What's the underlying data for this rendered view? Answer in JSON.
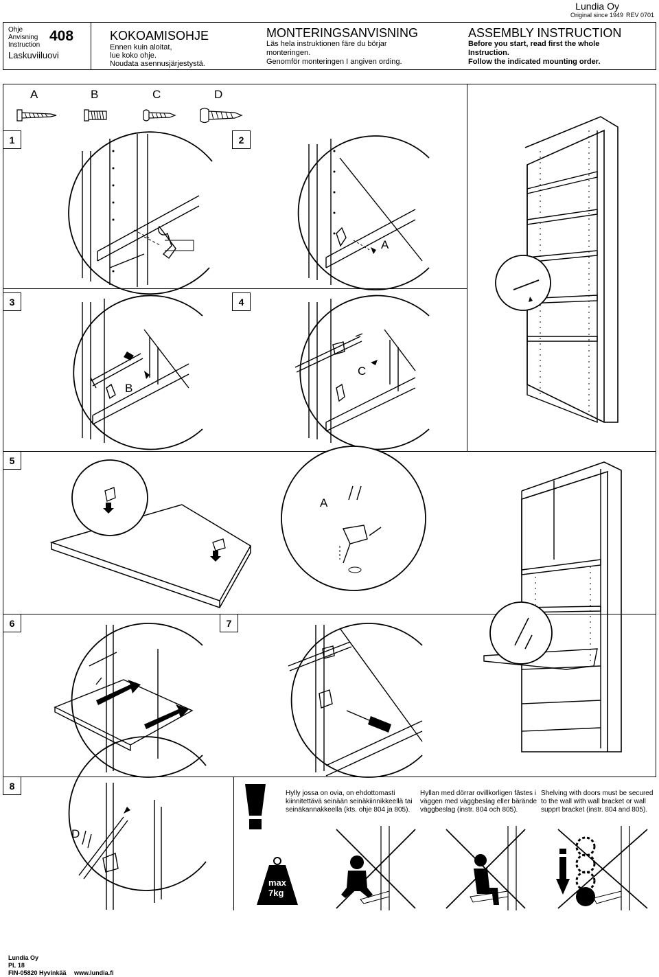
{
  "company": {
    "name": "Lundia Oy",
    "since": "Original since 1949",
    "rev": "REV 0701"
  },
  "header": {
    "doc_labels": [
      "Ohje",
      "Anvisning",
      "Instruction"
    ],
    "number": "408",
    "product": "Laskuviiluovi",
    "fi": {
      "title": "KOKOAMISOHJE",
      "lines": [
        "Ennen kuin aloitat,",
        "lue koko ohje.",
        "Noudata asennusjärjestystä."
      ]
    },
    "sv": {
      "title": "MONTERINGSANVISNING",
      "lines": [
        "Läs hela instruktionen färe du börjar",
        "monteringen.",
        "Genomför monteringen I angiven ording."
      ]
    },
    "en": {
      "title": "ASSEMBLY INSTRUCTION",
      "lines": [
        "Before you start, read first the whole",
        "Instruction.",
        "Follow the indicated mounting order."
      ]
    }
  },
  "screws": [
    "A",
    "B",
    "C",
    "D"
  ],
  "steps": [
    "1",
    "2",
    "3",
    "4",
    "5",
    "6",
    "7",
    "8"
  ],
  "callouts": {
    "step2": "A",
    "step3": "B",
    "step4": "C",
    "step5": "A",
    "step8": "D"
  },
  "weight_label": {
    "line1": "max",
    "line2": "7kg"
  },
  "notes": {
    "fi": "Hylly jossa on ovia, on ehdottomasti kiinnitettävä seinään seinäkiinnikkeellä tai seinäkannakkeella (kts. ohje 804 ja 805).",
    "sv": "Hyllan med dörrar ovillkorligen fästes i väggen med väggbeslag eller bärände väggbeslag (instr. 804 och 805).",
    "en": "Shelving with doors must be secured to the wall with wall bracket or wall supprt bracket (instr. 804 and 805)."
  },
  "footer": {
    "company": "Lundia Oy",
    "po": "PL 18",
    "address": "FIN-05820 Hyvinkää",
    "web": "www.lundia.fi"
  }
}
